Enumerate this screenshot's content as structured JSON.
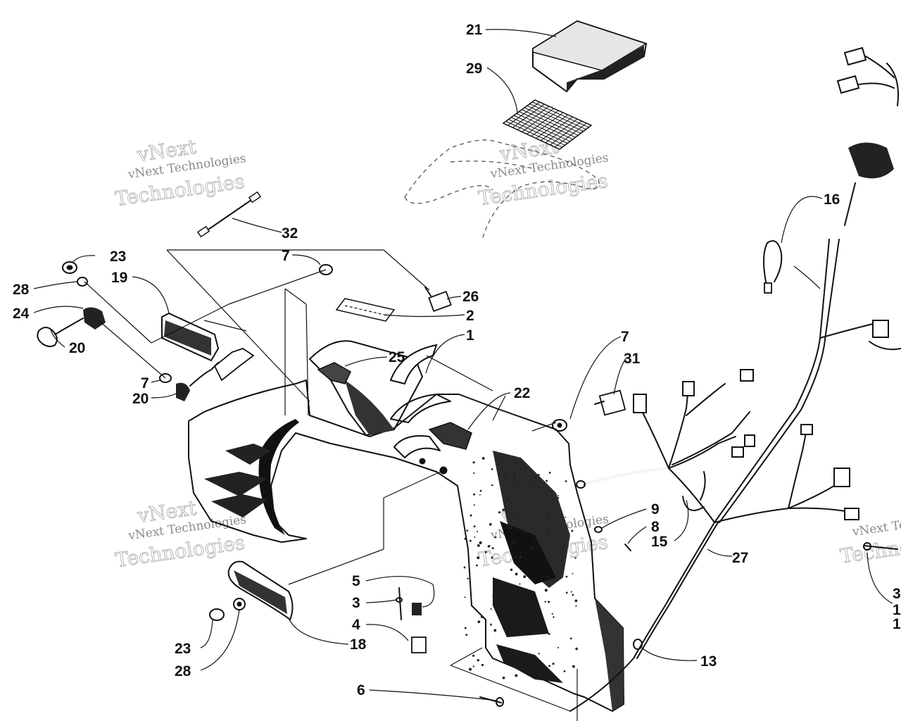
{
  "watermark": {
    "brand": "vNext",
    "line1": "vNext Technologies",
    "line2": "Technologies"
  },
  "callouts": {
    "n1": "1",
    "n2": "2",
    "n3": "3",
    "n4": "4",
    "n5": "5",
    "n6": "6",
    "n7a": "7",
    "n7b": "7",
    "n7c": "7",
    "n8": "8",
    "n9": "9",
    "n13": "13",
    "n15": "15",
    "n16": "16",
    "n18": "18",
    "n19": "19",
    "n20a": "20",
    "n20b": "20",
    "n21": "21",
    "n22": "22",
    "n23a": "23",
    "n23b": "23",
    "n24": "24",
    "n25": "25",
    "n26": "26",
    "n27": "27",
    "n28a": "28",
    "n28b": "28",
    "n29": "29",
    "n31": "31",
    "n32": "32",
    "edge_a": "3",
    "edge_b": "1",
    "edge_c": "1"
  }
}
